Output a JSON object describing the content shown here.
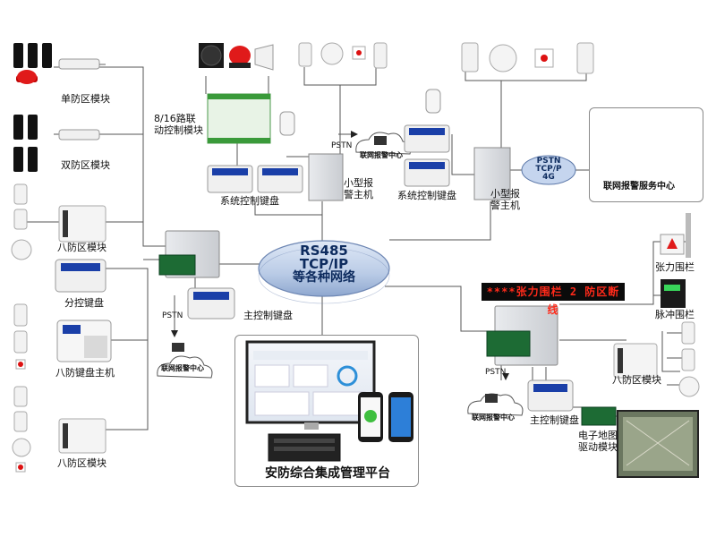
{
  "network": {
    "line1": "RS485",
    "line2": "TCP/IP",
    "line3": "等各种网络"
  },
  "led_display": "****张力围栏 2 防区断线",
  "pstn_4g": {
    "line1": "PSTN",
    "line2": "TCP/P",
    "line3": "4G"
  },
  "labels": {
    "single_zone": "单防区模块",
    "dual_zone": "双防区模块",
    "eight_zone_left": "八防区模块",
    "sub_keypad": "分控键盘",
    "eight_zone_keypad_host": "八防键盘主机",
    "eight_zone_bottom_left": "八防区模块",
    "linkage_module_line1": "8/16路联",
    "linkage_module_line2": "动控制模块",
    "system_keypad_1": "系统控制键盘",
    "small_host_1_line1": "小型报",
    "small_host_1_line2": "警主机",
    "system_keypad_2": "系统控制键盘",
    "small_host_2_line1": "小型报",
    "small_host_2_line2": "警主机",
    "service_center": "联网报警服务中心",
    "main_keypad_left": "主控制键盘",
    "tension_fence": "张力围栏",
    "pulse_fence": "脉冲围栏",
    "eight_zone_right": "八防区模块",
    "main_keypad_right": "主控制键盘",
    "map_driver_line1": "电子地图",
    "map_driver_line2": "驱动模块",
    "platform": "安防综合集成管理平台",
    "pstn_top": "PSTN",
    "pstn_left": "PSTN",
    "pstn_right": "PSTN"
  },
  "clouds": {
    "top": "联网报警中心",
    "left": "联网报警中心",
    "right": "联网报警中心"
  },
  "colors": {
    "network_fill": "#b9cbe6",
    "network_text": "#0d2b5e",
    "led_text": "#ff2a1a",
    "line": "#555555"
  }
}
